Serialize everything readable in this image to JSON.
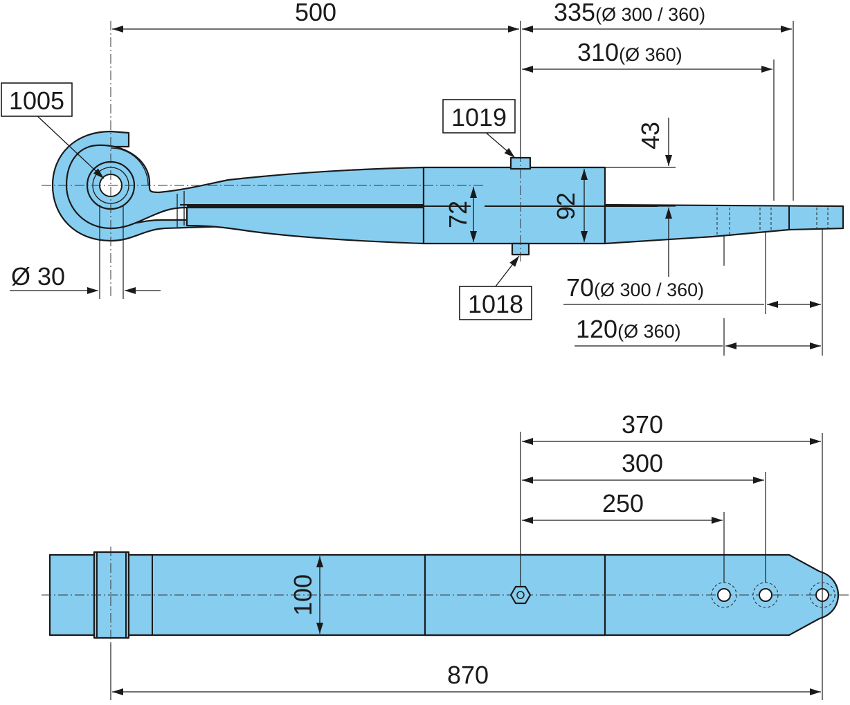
{
  "colors": {
    "part_fill": "#87cdf0",
    "outline": "#1a1a1a",
    "background": "#ffffff"
  },
  "side_view": {
    "dim_500": "500",
    "dim_335": {
      "value": "335",
      "note": "(Ø 300 / 360)"
    },
    "dim_310": {
      "value": "310",
      "note": "(Ø 360)"
    },
    "dim_43": "43",
    "dim_72": "72",
    "dim_92": "92",
    "dim_dia30": "Ø 30",
    "dim_70": {
      "value": "70",
      "note": "(Ø 300 / 360)"
    },
    "dim_120": {
      "value": "120",
      "note": "(Ø 360)"
    },
    "callout_1005": "1005",
    "callout_1019": "1019",
    "callout_1018": "1018"
  },
  "top_view": {
    "dim_370": "370",
    "dim_300": "300",
    "dim_250": "250",
    "dim_100": "100",
    "dim_870": "870"
  }
}
